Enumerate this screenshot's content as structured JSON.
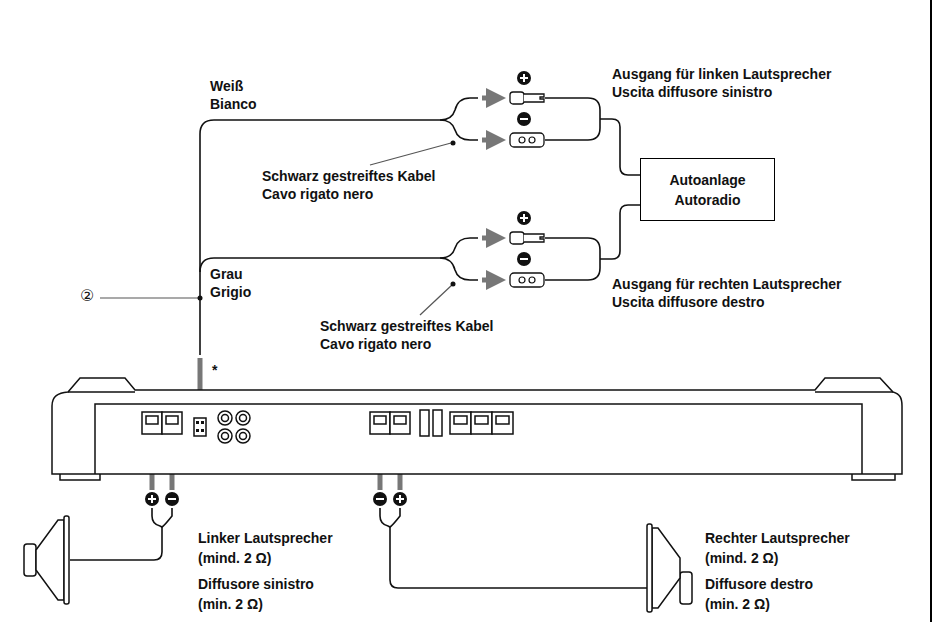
{
  "diagram": {
    "nodes": [
      {
        "text": [
          "Autoanlage",
          "Autoradio"
        ]
      }
    ],
    "labels": [
      "Weiß",
      "Bianco",
      "Ausgang für linken Lautsprecher",
      "Uscita diffusore sinistro",
      "Schwarz gestreiftes Kabel",
      "Cavo rigato nero",
      "Grau",
      "Grigio",
      "Ausgang für rechten Lautsprecher",
      "Uscita diffusore destro",
      "Schwarz gestreiftes Kabel",
      "Cavo rigato nero",
      "②",
      "*",
      "Linker Lautsprecher",
      "(mind. 2 Ω)",
      "Diffusore sinistro",
      "(min. 2 Ω)",
      "Rechter Lautsprecher",
      "(mind. 2 Ω)",
      "Diffusore destro",
      "(min. 2 Ω)"
    ]
  }
}
